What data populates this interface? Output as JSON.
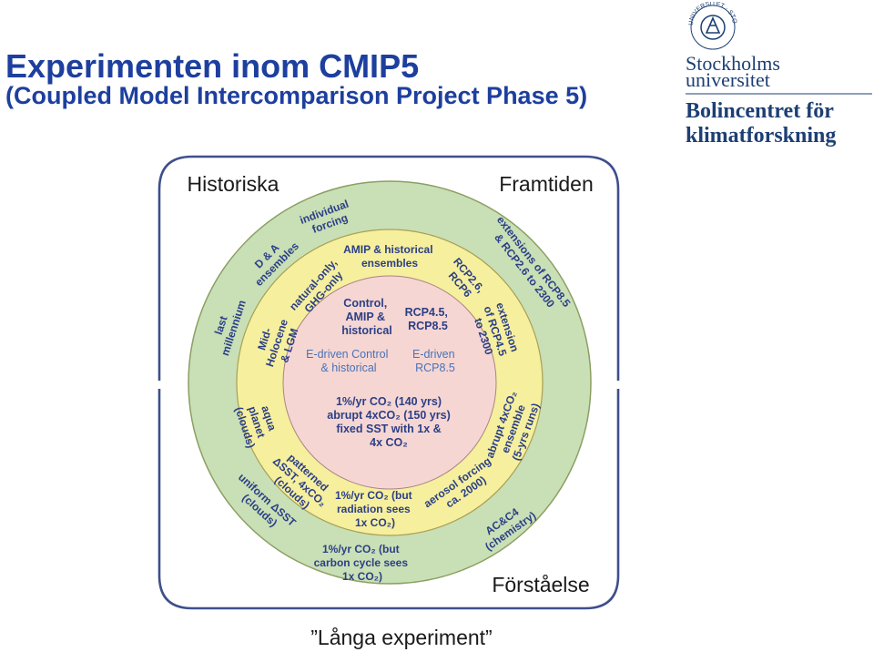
{
  "slide": {
    "title_line1": "Experimenten inom CMIP5",
    "title_line2": "(Coupled Model Intercomparison Project Phase 5)"
  },
  "logo": {
    "seal_text": "UNIVERSITET · STOCKHOLMS",
    "university_line1": "Stockholms",
    "university_line2": "universitet",
    "centre_line1": "Bolincentret för",
    "centre_line2": "klimatforskning"
  },
  "group_labels": {
    "historical": "Historiska",
    "future": "Framtiden",
    "understanding": "Förståelse",
    "long_experiments": "”Långa experiment”"
  },
  "colors": {
    "title": "#1d3f9e",
    "outer_ring": "#c9dfb6",
    "middle_ring": "#f6ef9d",
    "core": "#f5d6d3",
    "core_text": "#2b3f86",
    "e_driven_text": "#4a72b8",
    "bracket_outline": "#3e4f8c",
    "logo_blue": "#1d3f73"
  },
  "core": {
    "control": [
      "Control,",
      "AMIP &",
      "historical"
    ],
    "rcp": [
      "RCP4.5,",
      "RCP8.5"
    ],
    "edriven_control": [
      "E-driven Control",
      "& historical"
    ],
    "edriven_rcp": [
      "E-driven",
      "RCP8.5"
    ],
    "co2_line1": "1%/yr CO₂ (140 yrs)",
    "co2_line2": "abrupt 4xCO₂ (150 yrs)",
    "co2_line3": "fixed SST with 1x &",
    "co2_line4": "4x CO₂"
  },
  "middle": {
    "amip_ens": [
      "AMIP & historical",
      "ensembles"
    ],
    "natural": [
      "natural-only,",
      "GHG-only"
    ],
    "midholocene": [
      "Mid-",
      "Holocene",
      "& LGM"
    ],
    "rcp26": [
      "RCP2.6,",
      "RCP6"
    ],
    "ext45": [
      "extension",
      "of RCP4.5",
      "to 2300"
    ],
    "aqua": [
      "aqua",
      "planet",
      "(clouds)"
    ],
    "patterned": [
      "patterned",
      "ΔSST, 4xCO₂",
      "(clouds)"
    ],
    "co2_rad": [
      "1%/yr CO₂ (but",
      "radiation sees",
      "1x CO₂)"
    ],
    "aerosol": [
      "aerosol forcing",
      "ca. 2000)"
    ],
    "abrupt_ens": [
      "abrupt 4xCO₂",
      "ensemble",
      "(5-yrs runs)"
    ]
  },
  "outer": {
    "individual": [
      "individual",
      "forcing"
    ],
    "da": [
      "D & A",
      "ensembles"
    ],
    "lastmill": [
      "last",
      "millennium"
    ],
    "ext85": [
      "extensions of RCP8.5",
      "& RCP2.6 to 2300"
    ],
    "uniform": [
      "uniform ΔSST",
      "(clouds)"
    ],
    "co2_carbon": [
      "1%/yr CO₂ (but",
      "carbon cycle sees",
      "1x CO₂)"
    ],
    "acc4": [
      "AC&C4",
      "(chemistry)"
    ]
  }
}
